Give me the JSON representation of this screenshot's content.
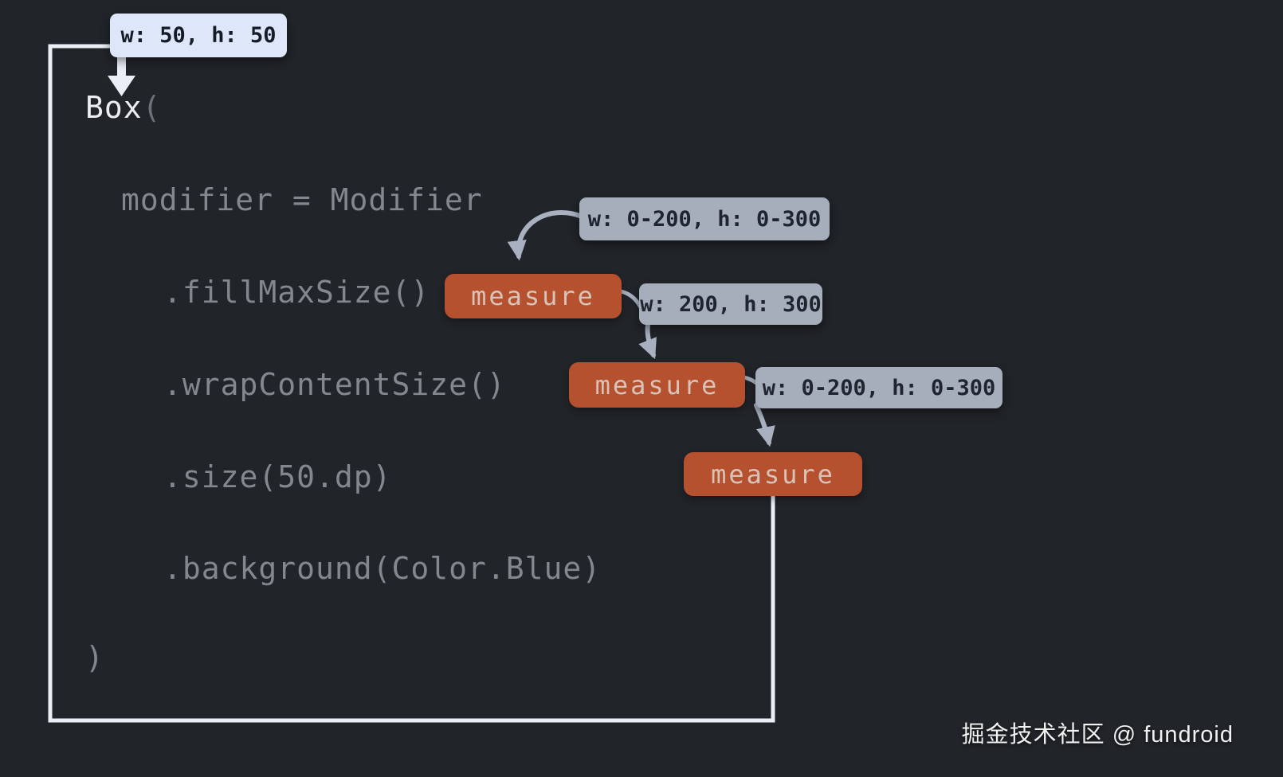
{
  "diagram": {
    "code": {
      "box_open": "Box",
      "box_paren": "(",
      "modifier_line": "modifier = Modifier",
      "fill_max_size": ".fillMaxSize()",
      "wrap_content_size": ".wrapContentSize()",
      "size": ".size(50.dp)",
      "background": ".background(Color.Blue)",
      "close_paren": ")"
    },
    "labels": {
      "result_final": "w: 50, h: 50",
      "constraints_fill": "w: 0-200, h: 0-300",
      "result_fill": "w: 200, h: 300",
      "constraints_wrap": "w: 0-200, h: 0-300",
      "measure_fill": "measure",
      "measure_wrap": "measure",
      "measure_size": "measure"
    },
    "colors": {
      "background": "#212429",
      "line_white": "#e9eef7",
      "arrow_gray": "#a9b1c1",
      "badge_gray_bg": "#a6adbb",
      "badge_gray_text": "#20242e",
      "badge_light_bg": "#dde7f9",
      "badge_light_text": "#151c27",
      "measure_box": "#b5512f",
      "measure_text": "#d9c3b8",
      "code_text": "#83878e",
      "highlight_text": "#ebedef",
      "paren_text": "#6d7278"
    }
  },
  "watermark": "掘金技术社区 @ fundroid"
}
